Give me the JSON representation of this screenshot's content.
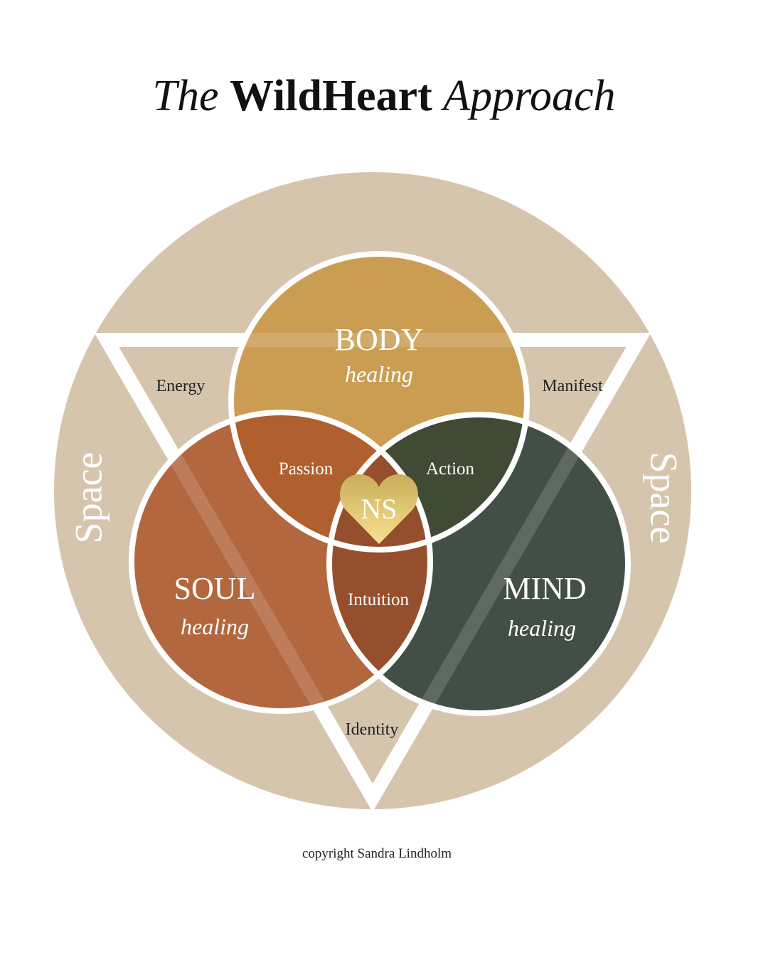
{
  "title": {
    "prefix": "The",
    "brand": "WildHeart",
    "suffix": "Approach"
  },
  "circles": {
    "body": {
      "label": "BODY",
      "sub": "healing",
      "color": "#CB9D53"
    },
    "soul": {
      "label": "SOUL",
      "sub": "healing",
      "color": "#B2673F"
    },
    "mind": {
      "label": "MIND",
      "sub": "healing",
      "color": "#424F46"
    }
  },
  "intersections": {
    "passion": {
      "label": "Passion",
      "color": "#B05F2E"
    },
    "action": {
      "label": "Action",
      "color": "#414A35"
    },
    "intuition": {
      "label": "Intuition",
      "color": "#964F2C"
    },
    "center": {
      "label": "NS",
      "color": "#964F2C"
    }
  },
  "triangle_labels": {
    "energy": "Energy",
    "manifest": "Manifest",
    "identity": "Identity"
  },
  "space": {
    "left": "Space",
    "right": "Space",
    "color": "#D6C5AD"
  },
  "copyright": "copyright Sandra Lindholm"
}
